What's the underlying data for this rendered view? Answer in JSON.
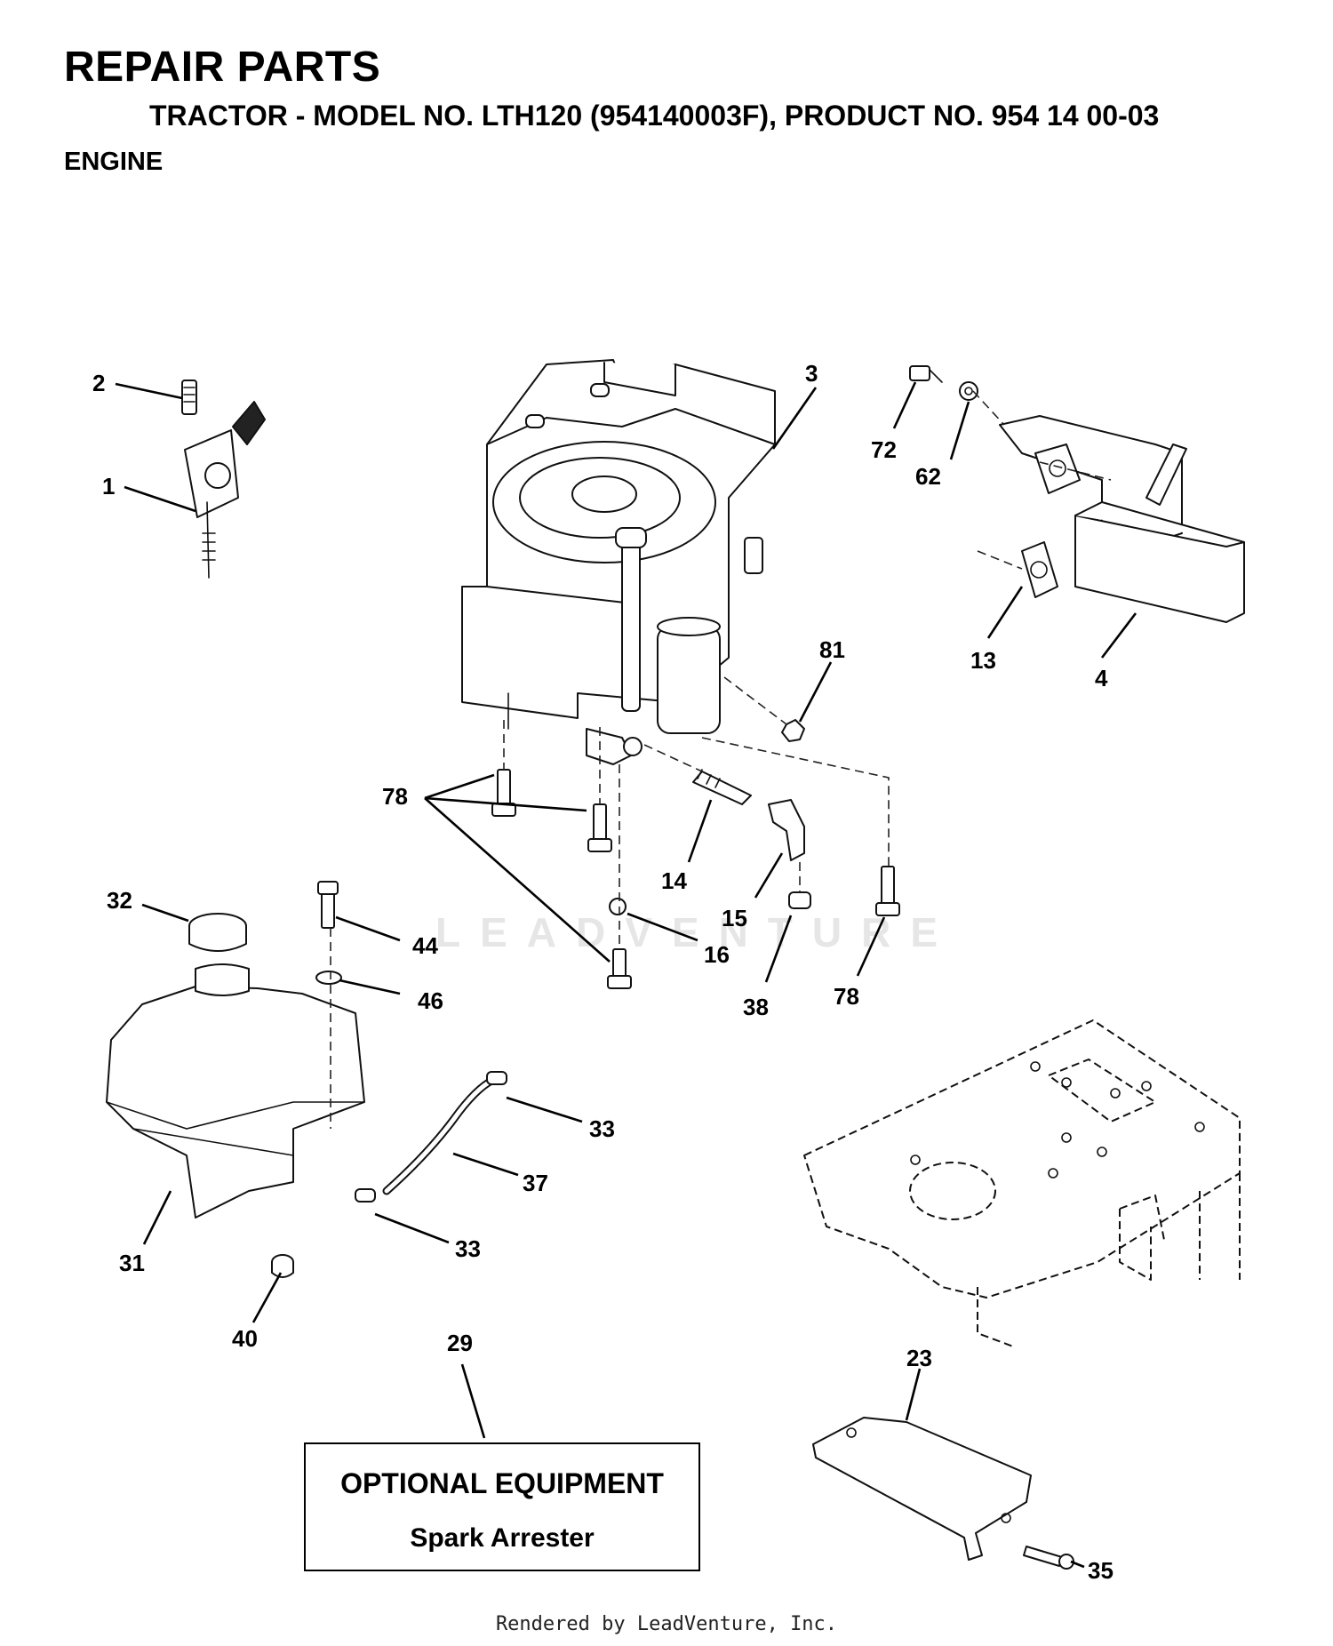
{
  "header": {
    "title": "REPAIR PARTS",
    "subtitle": "TRACTOR - MODEL NO. LTH120 (954140003F), PRODUCT NO. 954 14 00-03",
    "section": "ENGINE"
  },
  "callouts": [
    "2",
    "1",
    "3",
    "72",
    "62",
    "13",
    "4",
    "81",
    "78",
    "14",
    "15",
    "16",
    "38",
    "78",
    "32",
    "44",
    "46",
    "33",
    "37",
    "33",
    "31",
    "40",
    "29",
    "23",
    "35"
  ],
  "optional_equipment": {
    "heading": "OPTIONAL EQUIPMENT",
    "item": "Spark Arrester"
  },
  "watermark": "LEADVENTURE",
  "footer": "Rendered by LeadVenture, Inc."
}
